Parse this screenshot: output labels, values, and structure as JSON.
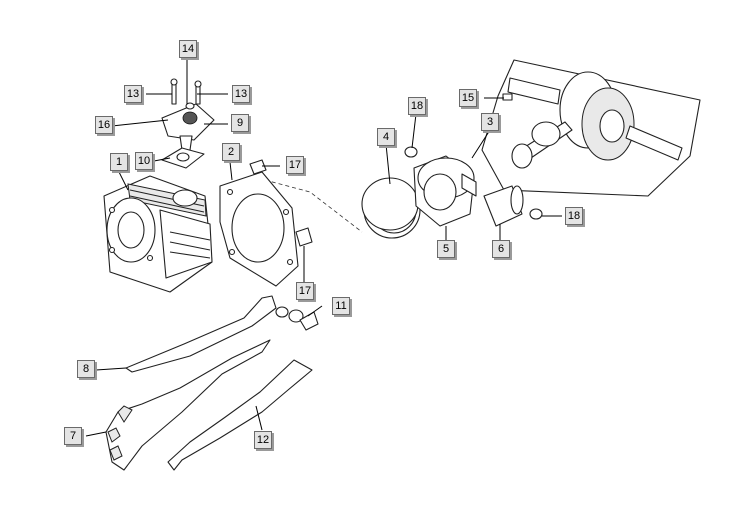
{
  "callouts": {
    "c14": "14",
    "c13_left": "13",
    "c13_right": "13",
    "c16": "16",
    "c9": "9",
    "c1": "1",
    "c10": "10",
    "c2": "2",
    "c17_top": "17",
    "c17_bottom": "17",
    "c4": "4",
    "c18_top": "18",
    "c18_right": "18",
    "c15": "15",
    "c3": "3",
    "c5": "5",
    "c6": "6",
    "c11": "11",
    "c8": "8",
    "c7": "7",
    "c12": "12"
  }
}
